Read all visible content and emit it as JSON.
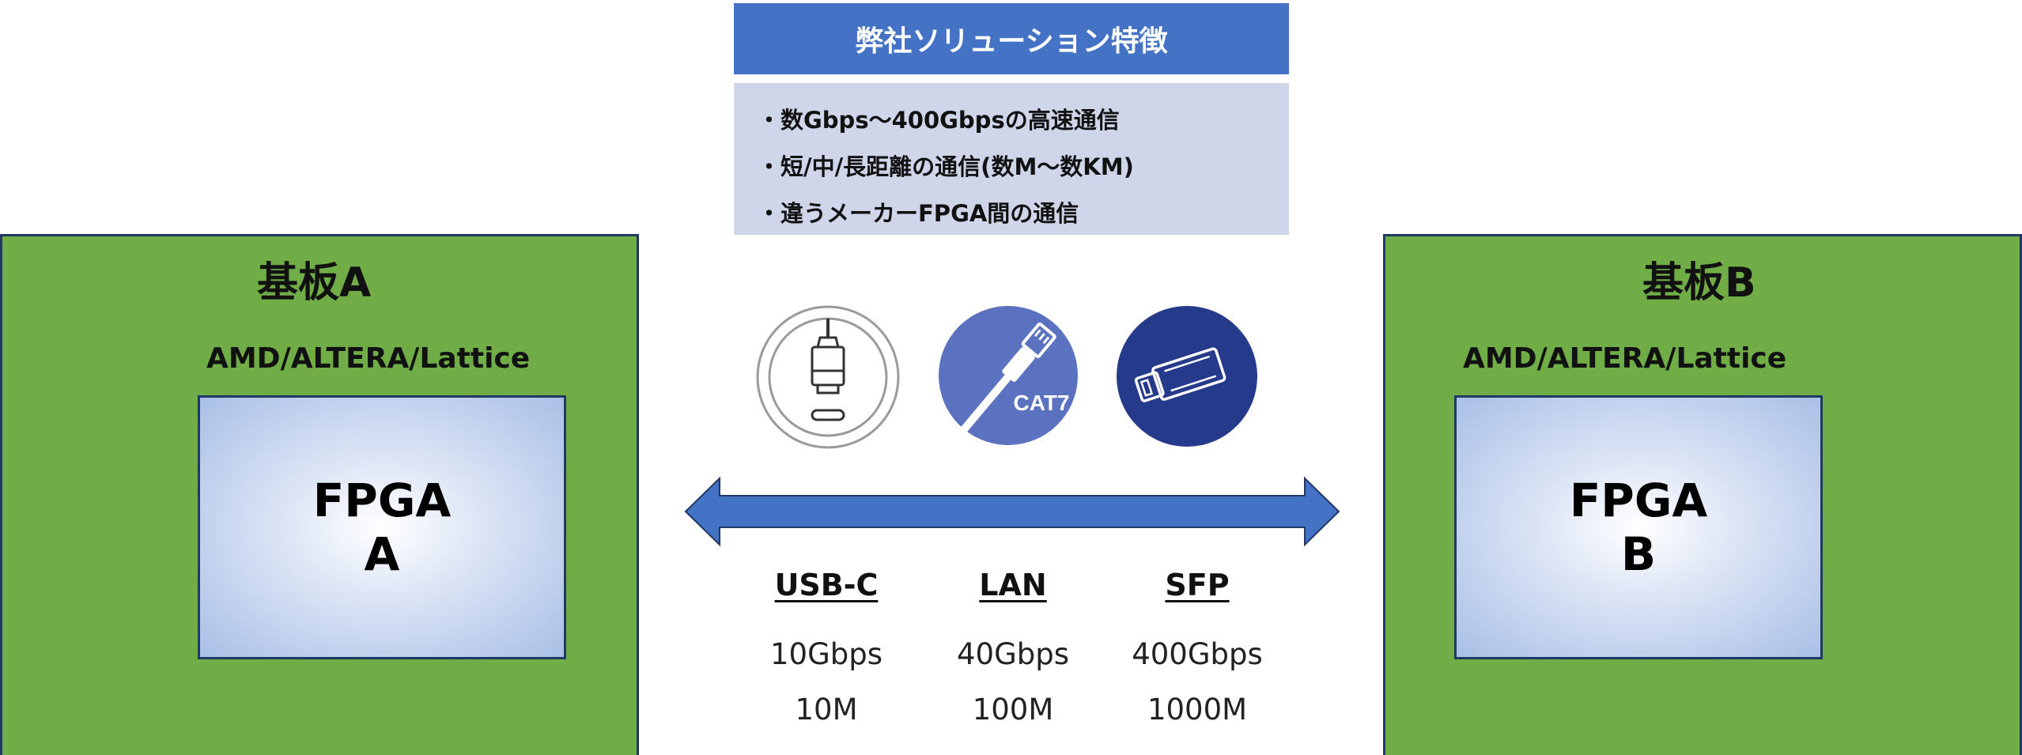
{
  "features": {
    "title": "弊社ソリューション特徴",
    "items": [
      "・数Gbps～400Gbpsの高速通信",
      "・短/中/長距離の通信(数M～数KM)",
      "・違うメーカーFPGA間の通信"
    ]
  },
  "board_a": {
    "title": "基板A",
    "makers": "AMD/ALTERA/Lattice",
    "fpga_line1": "FPGA",
    "fpga_line2": "A"
  },
  "board_b": {
    "title": "基板B",
    "makers": "AMD/ALTERA/Lattice",
    "fpga_line1": "FPGA",
    "fpga_line2": "B"
  },
  "lan_icon_text": "CAT7",
  "connections": [
    {
      "name": "USB-C",
      "speed": "10Gbps",
      "distance": "10M"
    },
    {
      "name": "LAN",
      "speed": "40Gbps",
      "distance": "100M"
    },
    {
      "name": "SFP",
      "speed": "400Gbps",
      "distance": "1000M"
    }
  ],
  "colors": {
    "accent_blue": "#4472c4",
    "feature_bg": "#cfd6ea",
    "board_green": "#70ad47",
    "navy": "#1f3864",
    "lan_icon": "#5b72c0",
    "sfp_icon": "#253a8a"
  },
  "icons": [
    "usb-c-icon",
    "lan-cable-icon",
    "sfp-module-icon",
    "double-arrow"
  ]
}
